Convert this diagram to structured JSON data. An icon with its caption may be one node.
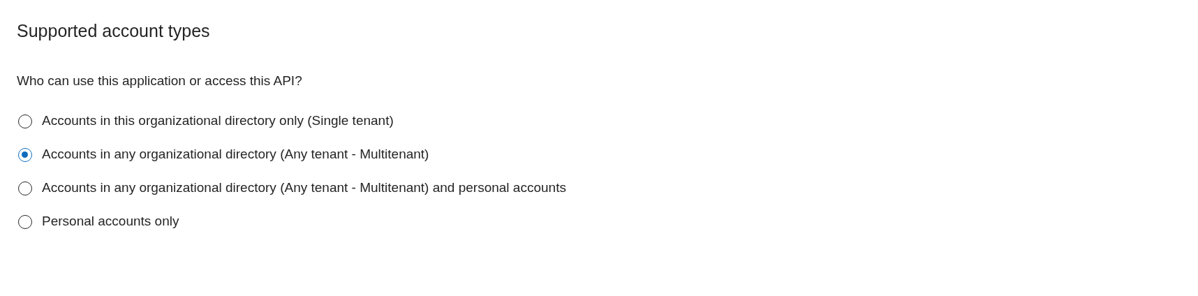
{
  "diagram": {
    "title": "Supported account types",
    "labels": [
      "Who can use this application or access this API?"
    ],
    "nodes": [
      {
        "text": [],
        "shape": "circle"
      },
      {
        "text": [
          "Accounts in this organizational directory only (Single tenant)"
        ]
      },
      {
        "text": [],
        "shape": "bullseye"
      },
      {
        "text": [
          "Accounts in any organizational directory (Any tenant - Multitenant)"
        ]
      },
      {
        "text": [],
        "shape": "circle"
      },
      {
        "text": [
          "Accounts in any organizational directory (Any tenant - Multitenant) and personal accounts"
        ]
      },
      {
        "text": [],
        "shape": "circle"
      },
      {
        "text": [
          "Personal accounts only"
        ]
      }
    ]
  }
}
